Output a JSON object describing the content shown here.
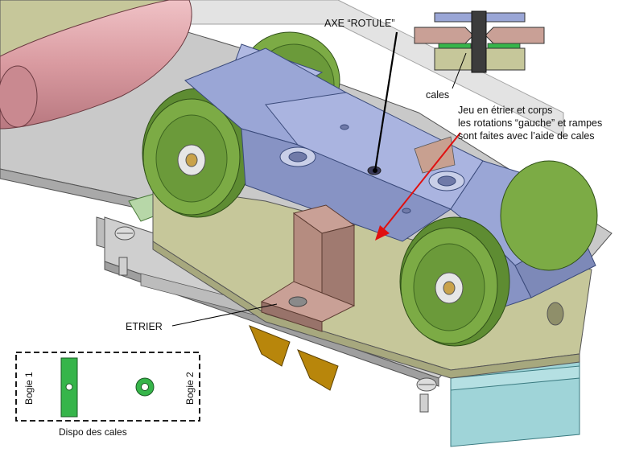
{
  "labels": {
    "axe_rotule": "AXE “ROTULE”",
    "cales": "cales",
    "jeu_line1": "Jeu en étrier et corps",
    "jeu_line2": "les rotations “gauche” et rampes",
    "jeu_line3": "sont faites avec l’aide de cales",
    "etrier": "ETRIER",
    "bogie1": "Bogie 1",
    "bogie2": "Bogie 2",
    "dispo": "Dispo des cales"
  },
  "colors": {
    "wheel_green": "#7cab45",
    "bogie_body": "#9aa6d6",
    "frame_gray": "#c9c9c9",
    "motor_pink": "#d99aa0",
    "etrier_brown": "#b58c80",
    "plate_olive": "#c6c79a",
    "shim_green": "#36b54a",
    "arrow_red": "#e01010",
    "gear_orange": "#b8860b",
    "block_cyan": "#9fd4d8"
  }
}
